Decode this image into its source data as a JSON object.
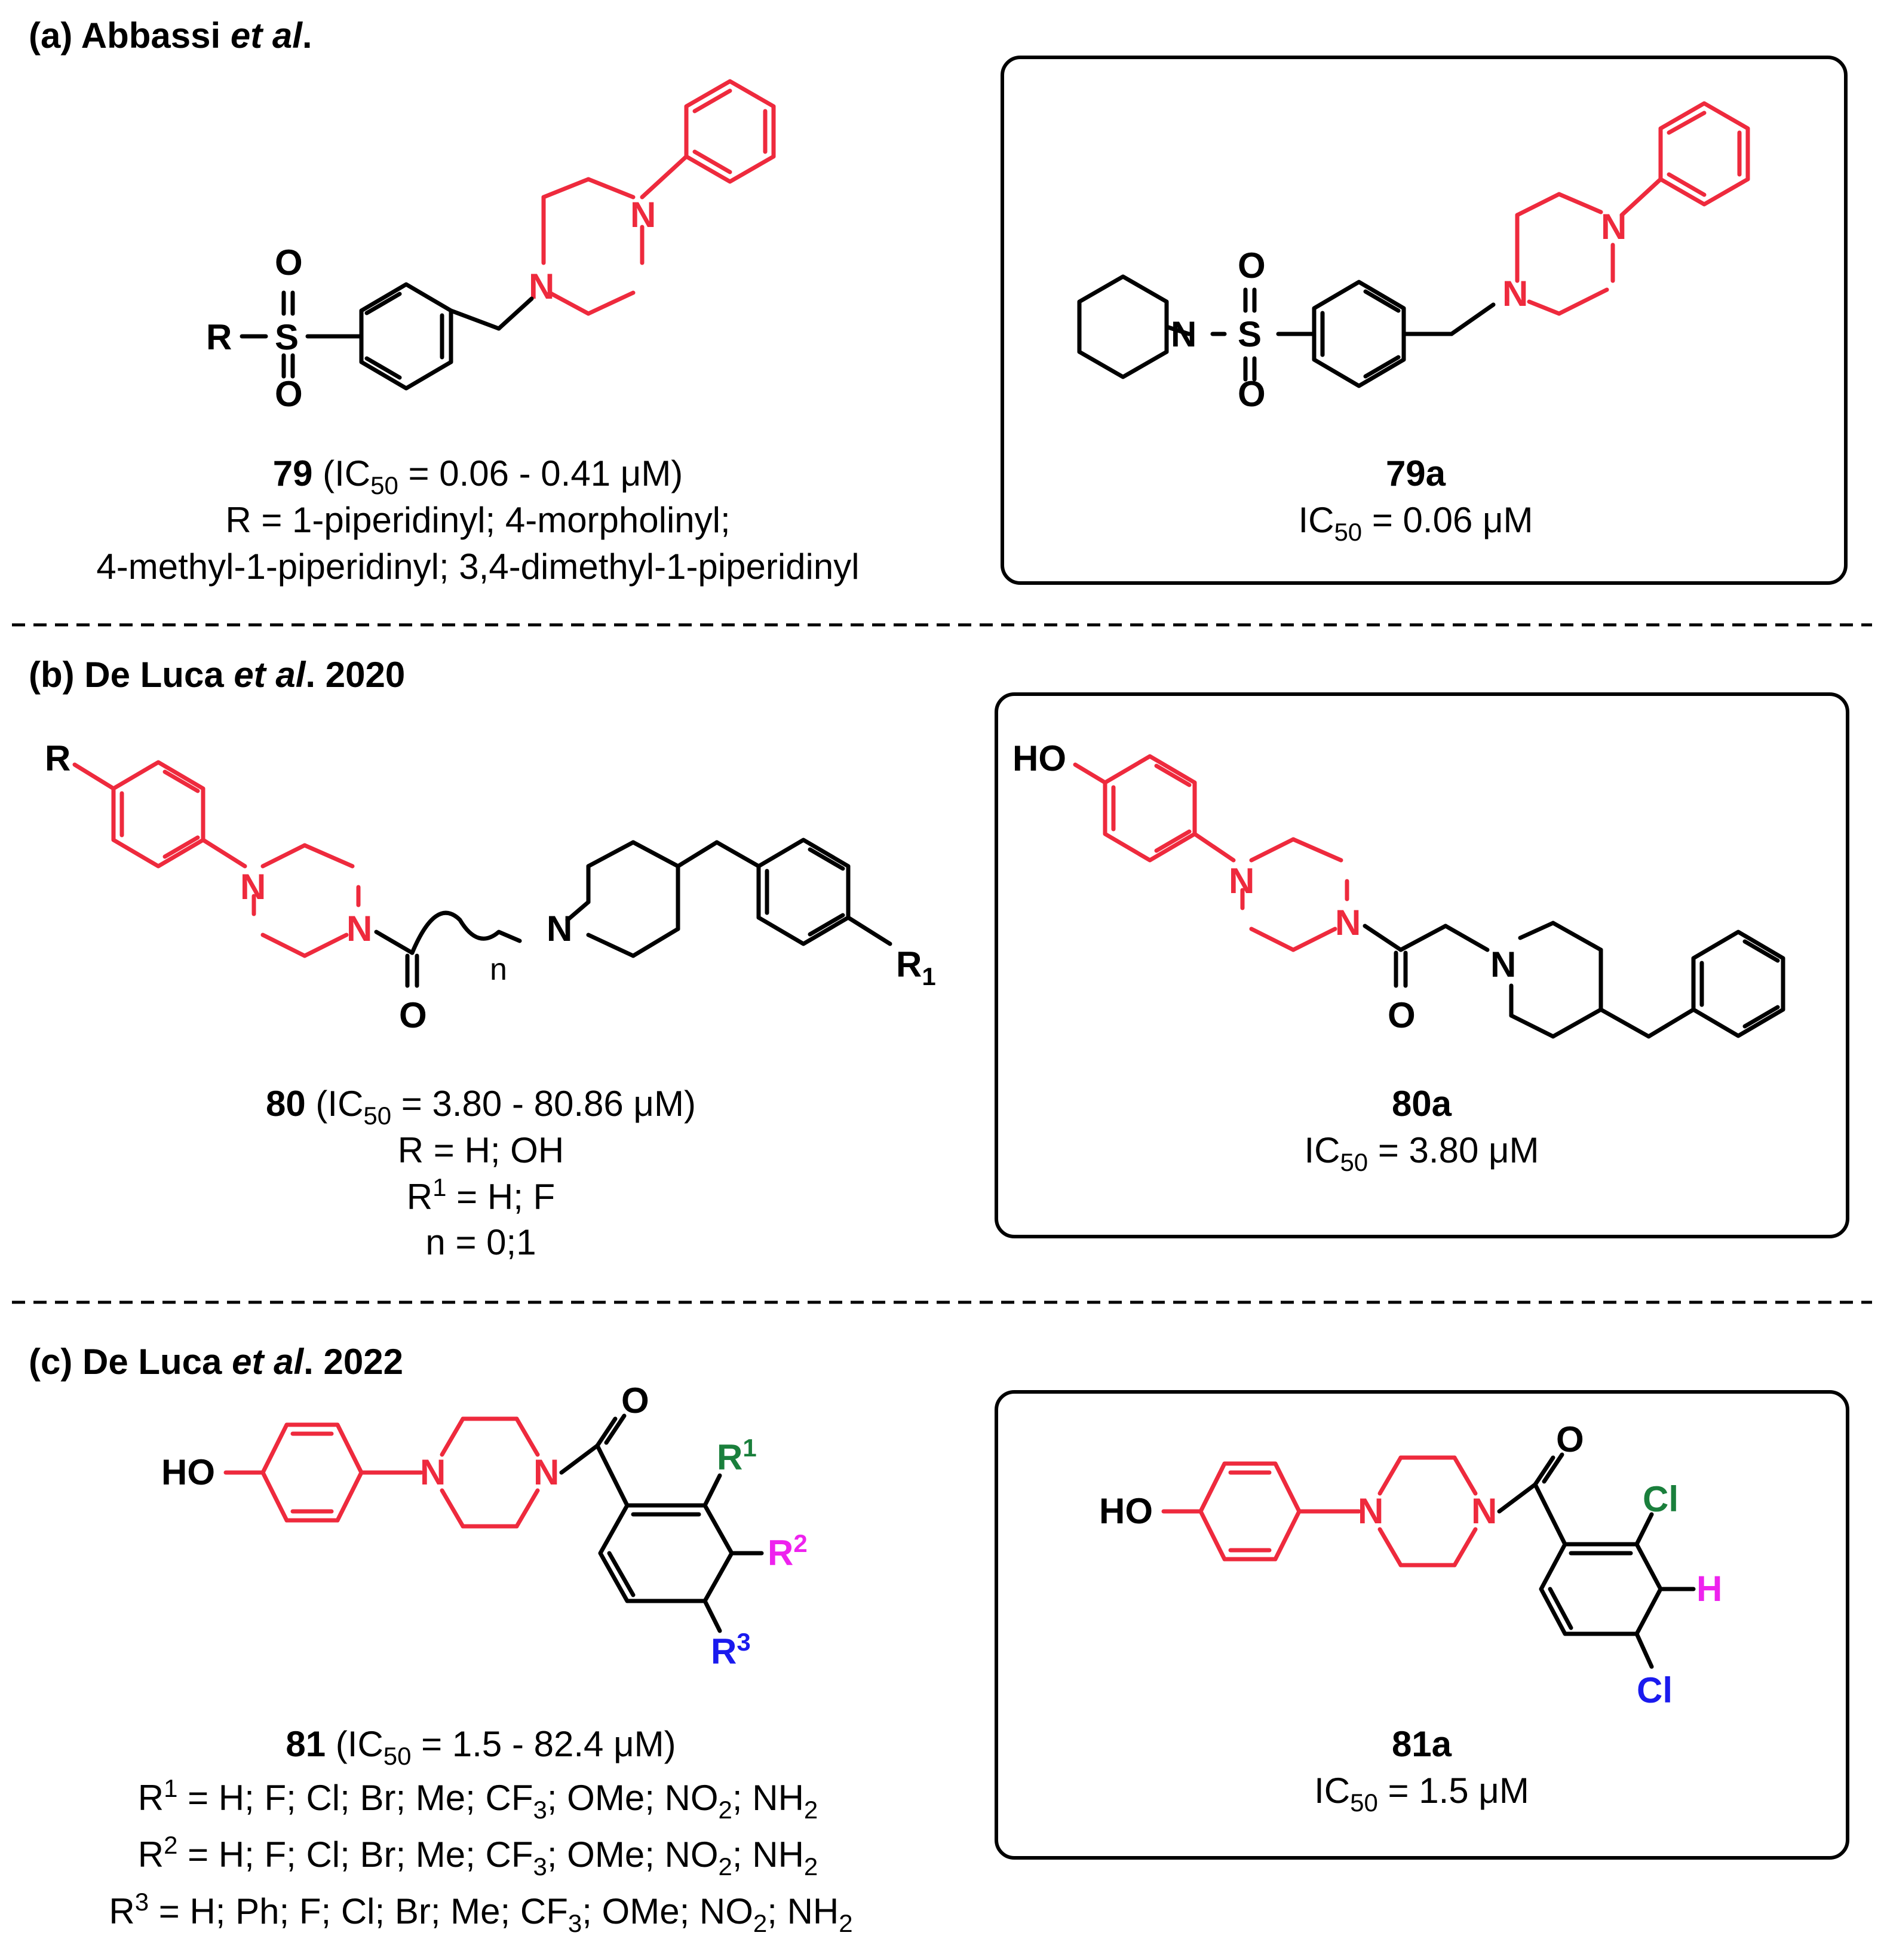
{
  "colors": {
    "highlight": "#ee2a3d",
    "r1_green": "#1a7f3c",
    "r2_magenta": "#ee22ee",
    "r3_blue": "#1a1aee"
  },
  "panels": {
    "a": {
      "header": {
        "prefix": "(a) Abbassi ",
        "etal": "et al",
        "suffix": "."
      },
      "compound": {
        "id": "79",
        "ic50_prefix": " (IC",
        "sub": "50",
        "ic50_value": " = 0.06 - 0.41 μM)",
        "r_line1": "R = 1-piperidinyl; 4-morpholinyl;",
        "r_line2": "4-methyl-1-piperidinyl; 3,4-dimethyl-1-piperidinyl"
      },
      "best": {
        "id": "79a",
        "ic50_prefix": "IC",
        "sub": "50",
        "ic50_value": " = 0.06 μM"
      },
      "atoms": {
        "R": "R",
        "S": "S",
        "O": "O",
        "N": "N"
      }
    },
    "b": {
      "header": {
        "prefix": "(b) De Luca ",
        "etal": "et al",
        "suffix": ". 2020"
      },
      "compound": {
        "id": "80",
        "ic50_prefix": " (IC",
        "sub": "50",
        "ic50_value": " = 3.80 - 80.86 μM)",
        "r_line": "R = H; OH",
        "r1_prefix": "R",
        "r1_sup": "1",
        "r1_value": " = H; F",
        "n_line": "n = 0;1"
      },
      "best": {
        "id": "80a",
        "ic50_prefix": "IC",
        "sub": "50",
        "ic50_value": " = 3.80 μM"
      },
      "atoms": {
        "R": "R",
        "R1": "R",
        "R1_sub": "1",
        "HO": "HO",
        "O": "O",
        "N": "N",
        "n": "n"
      }
    },
    "c": {
      "header": {
        "prefix": "(c) De Luca ",
        "etal": "et al",
        "suffix": ". 2022"
      },
      "compound": {
        "id": "81",
        "ic50_prefix": " (IC",
        "sub": "50",
        "ic50_value": " = 1.5 - 82.4 μM)",
        "lines": [
          {
            "r": "R",
            "sup": "1",
            "text": " = H; F; Cl; Br; Me; CF",
            "s1": "3",
            "t2": "; OMe; NO",
            "s2": "2",
            "t3": "; NH",
            "s3": "2"
          },
          {
            "r": "R",
            "sup": "2",
            "text": " = H; F; Cl; Br; Me; CF",
            "s1": "3",
            "t2": "; OMe; NO",
            "s2": "2",
            "t3": "; NH",
            "s3": "2"
          },
          {
            "r": "R",
            "sup": "3",
            "text": " = H; Ph; F; Cl; Br; Me; CF",
            "s1": "3",
            "t2": "; OMe; NO",
            "s2": "2",
            "t3": "; NH",
            "s3": "2"
          }
        ]
      },
      "best": {
        "id": "81a",
        "ic50_prefix": "IC",
        "sub": "50",
        "ic50_value": " = 1.5 μM"
      },
      "atoms": {
        "HO": "HO",
        "O": "O",
        "N": "N",
        "R": "R",
        "sup1": "1",
        "sup2": "2",
        "sup3": "3",
        "Cl": "Cl",
        "H": "H"
      }
    }
  }
}
